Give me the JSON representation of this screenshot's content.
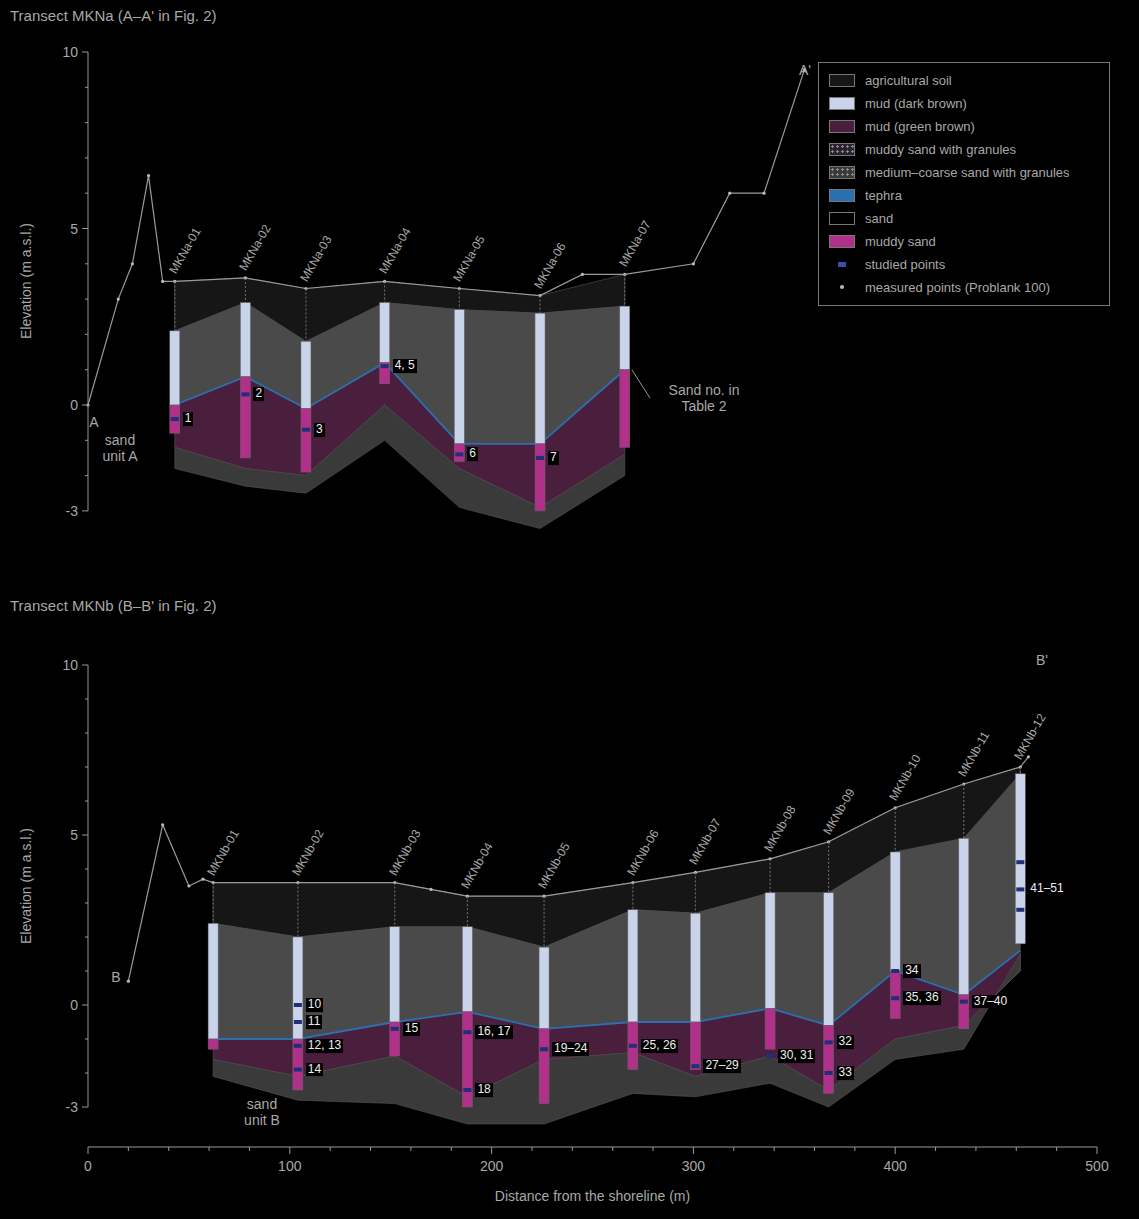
{
  "diagram": {
    "labels": [
      "Transect MKNa (A–A' in Fig. 2)",
      "Elevation (m a.s.l.)",
      "10",
      "5",
      "0",
      "-3",
      "MKNa-01",
      "MKNa-02",
      "MKNa-03",
      "MKNa-04",
      "MKNa-05",
      "MKNa-06",
      "MKNa-07",
      "A",
      "A'",
      "sand unit A",
      "Sand no. in Table 2",
      "1",
      "2",
      "3",
      "4, 5",
      "6",
      "7",
      "Transect MKNb (B–B' in Fig. 2)",
      "Elevation (m a.s.l.)",
      "10",
      "5",
      "0",
      "-3",
      "MKNb-01",
      "MKNb-02",
      "MKNb-03",
      "MKNb-04",
      "MKNb-05",
      "MKNb-06",
      "MKNb-07",
      "MKNb-08",
      "MKNb-09",
      "MKNb-10",
      "MKNb-11",
      "MKNb-12",
      "B",
      "B'",
      "sand unit B",
      "10",
      "11",
      "12, 13",
      "14",
      "15",
      "16, 17",
      "18",
      "19–24",
      "25, 26",
      "27–29",
      "30, 31",
      "32",
      "33",
      "34",
      "35, 36",
      "37–40",
      "41–51",
      "0",
      "100",
      "200",
      "300",
      "400",
      "500",
      "Distance from the shoreline (m)"
    ],
    "legend": [
      {
        "text": "agricultural soil",
        "color": "#161616"
      },
      {
        "text": "mud (dark brown)",
        "color": "#c9d3ea"
      },
      {
        "text": "mud (green brown)",
        "color": "#4a1f3d"
      },
      {
        "text": "muddy sand with granules",
        "color": "#2a2233"
      },
      {
        "text": "medium–coarse sand with granules",
        "color": "#3a3a3a"
      },
      {
        "text": "tephra",
        "color": "#2a6fb0"
      },
      {
        "text": "sand",
        "color": "#000000"
      },
      {
        "text": "muddy sand",
        "color": "#b0308a"
      },
      {
        "text": "studied points"
      },
      {
        "text": "measured points (Problank 100)"
      }
    ]
  }
}
